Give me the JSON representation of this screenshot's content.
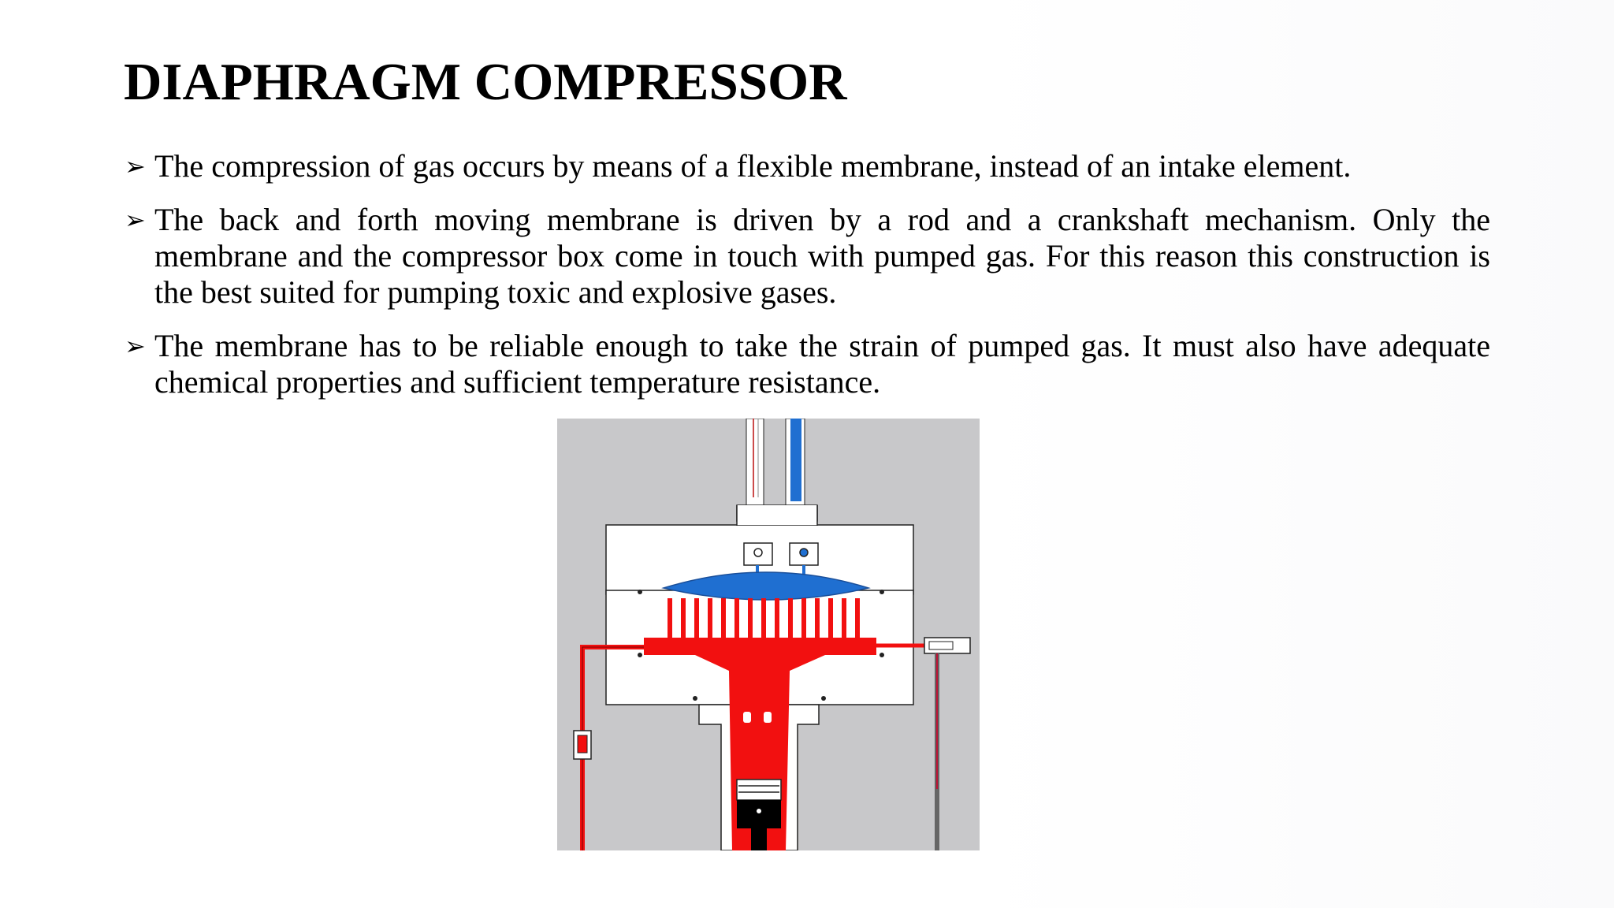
{
  "slide": {
    "title": "DIAPHRAGM COMPRESSOR",
    "bullet_marker": "➢",
    "bullets": [
      "The compression of gas occurs by means of a flexible membrane, instead of an intake element.",
      "The back and forth moving membrane is driven by a rod and a crankshaft mechanism. Only the membrane and the compressor box come in touch with pumped gas. For this reason this construction is the best suited for pumping toxic and explosive gases.",
      "The membrane has to be reliable enough to take the strain of pumped gas. It must also have adequate chemical properties and sufficient temperature resistance."
    ]
  },
  "diagram": {
    "colors": {
      "background": "#c8c8ca",
      "gas": "#1f6fd1",
      "hydraulic_oil": "#f21010",
      "body": "#ffffff",
      "outline": "#222222"
    }
  }
}
